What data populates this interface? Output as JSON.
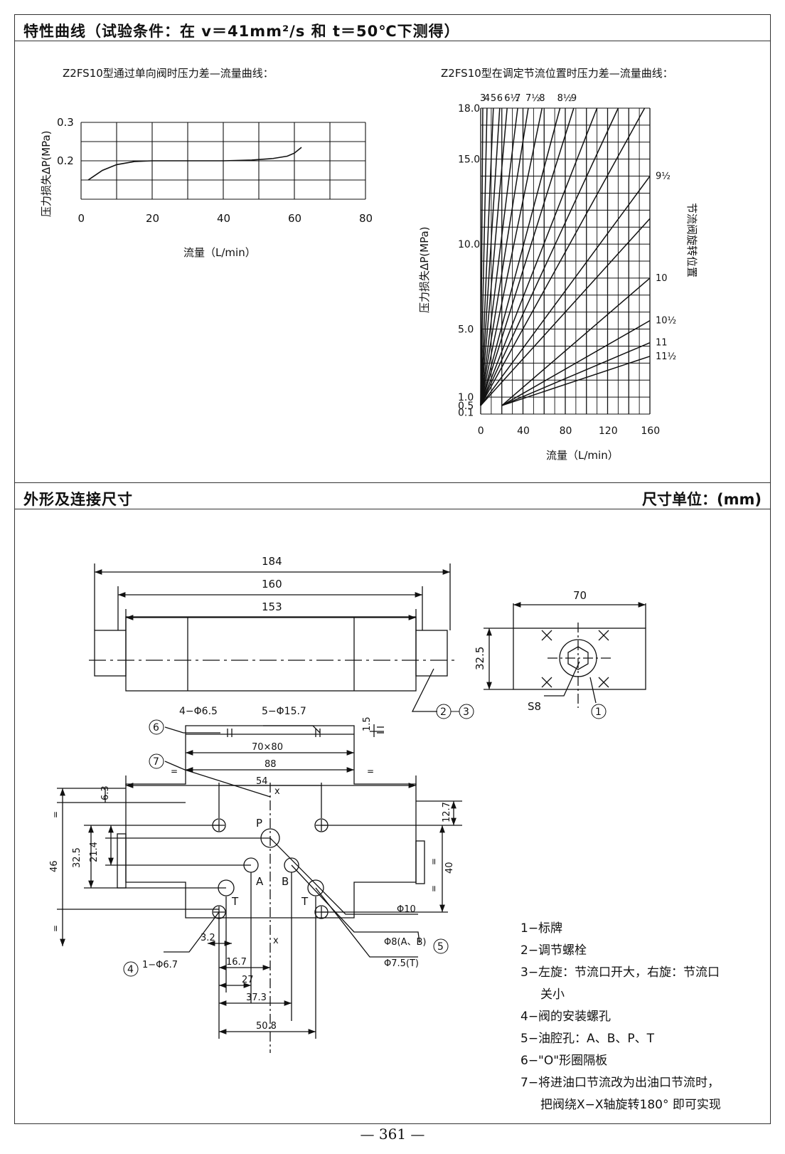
{
  "section1": {
    "title": "特性曲线（试验条件：在 v＝41mm²/s 和 t＝50℃下测得）",
    "left_chart_title": "Z2FS10型通过单向阀时压力差—流量曲线：",
    "right_chart_title": "Z2FS10型在调定节流位置时压力差—流量曲线：",
    "right_side_label": "节流阀旋转位置"
  },
  "chart_data": [
    {
      "type": "line",
      "title": "Z2FS10型通过单向阀时压力差—流量曲线：",
      "xlabel": "流量（L/min）",
      "ylabel": "压力损失ΔP(MPa)",
      "xlim": [
        0,
        80
      ],
      "ylim": [
        0.1,
        0.3
      ],
      "x_ticks": [
        "0",
        "20",
        "40",
        "60",
        "80"
      ],
      "y_ticks": [
        "0.2",
        "0.3"
      ],
      "grid": true,
      "series": [
        {
          "x": [
            2,
            6,
            10,
            15,
            20,
            30,
            40,
            48,
            54,
            58,
            60,
            62
          ],
          "y": [
            0.15,
            0.175,
            0.19,
            0.198,
            0.2,
            0.2,
            0.2,
            0.202,
            0.206,
            0.212,
            0.22,
            0.235
          ]
        }
      ]
    },
    {
      "type": "line",
      "title": "Z2FS10型在调定节流位置时压力差—流量曲线：",
      "xlabel": "流量（L/min）",
      "ylabel": "压力损失ΔP(MPa)",
      "xlim": [
        0,
        160
      ],
      "ylim": [
        0,
        18
      ],
      "x_ticks": [
        "0",
        "40",
        "80",
        "120",
        "160"
      ],
      "y_ticks": [
        "0.1",
        "0.5",
        "1.0",
        "5.0",
        "10.0",
        "15.0",
        "18.0"
      ],
      "grid": true,
      "top_labels": [
        "3",
        "4",
        "5",
        "6",
        "6½",
        "7",
        "7½",
        "8",
        "8½",
        "9"
      ],
      "right_labels": [
        "9½",
        "10",
        "10½",
        "11",
        "11½"
      ],
      "series": [
        {
          "name": "3",
          "x": [
            0,
            2
          ],
          "y": [
            0.5,
            18
          ]
        },
        {
          "name": "4",
          "x": [
            0,
            6
          ],
          "y": [
            0.5,
            18
          ]
        },
        {
          "name": "5",
          "x": [
            0,
            12
          ],
          "y": [
            0.5,
            18
          ]
        },
        {
          "name": "6",
          "x": [
            0,
            18
          ],
          "y": [
            0.5,
            18
          ]
        },
        {
          "name": "6½",
          "x": [
            0,
            25
          ],
          "y": [
            0.5,
            18
          ]
        },
        {
          "name": "7",
          "x": [
            0,
            35
          ],
          "y": [
            0.5,
            18
          ]
        },
        {
          "name": "7½",
          "x": [
            0,
            45
          ],
          "y": [
            0.5,
            18
          ]
        },
        {
          "name": "8",
          "x": [
            0,
            58
          ],
          "y": [
            0.5,
            18
          ]
        },
        {
          "name": "8½",
          "x": [
            0,
            75
          ],
          "y": [
            0.5,
            18
          ]
        },
        {
          "name": "9",
          "x": [
            0,
            88
          ],
          "y": [
            0.5,
            18
          ]
        },
        {
          "name": "",
          "x": [
            0,
            110
          ],
          "y": [
            0.5,
            18
          ]
        },
        {
          "name": "",
          "x": [
            0,
            130
          ],
          "y": [
            0.5,
            18
          ]
        },
        {
          "name": "",
          "x": [
            0,
            155
          ],
          "y": [
            0.5,
            18
          ]
        },
        {
          "name": "9½",
          "x": [
            0,
            160
          ],
          "y": [
            0.5,
            14
          ]
        },
        {
          "name": "",
          "x": [
            0,
            160
          ],
          "y": [
            0.5,
            11.5
          ]
        },
        {
          "name": "10",
          "x": [
            20,
            160
          ],
          "y": [
            0.5,
            8
          ]
        },
        {
          "name": "10½",
          "x": [
            20,
            160
          ],
          "y": [
            0.5,
            5.5
          ]
        },
        {
          "name": "11",
          "x": [
            20,
            160
          ],
          "y": [
            0.5,
            4.2
          ]
        },
        {
          "name": "11½",
          "x": [
            20,
            160
          ],
          "y": [
            0.5,
            3.4
          ]
        }
      ]
    }
  ],
  "section2": {
    "title": "外形及连接尺寸",
    "unit": "尺寸单位：(mm)"
  },
  "drawing": {
    "dims": {
      "d184": "184",
      "d160": "160",
      "d153": "153",
      "d70": "70",
      "d325v": "32.5",
      "s8": "S8",
      "holes_mount": "4−Φ6.5",
      "holes_oil": "5−Φ15.7",
      "d15": "1.5",
      "d70x80": "70×80",
      "d88": "88",
      "d54": "54",
      "d63": "6.3",
      "d127": "12.7",
      "d214": "21.4",
      "d325": "32.5",
      "d46": "46",
      "d40": "40",
      "d32": "3.2",
      "d167": "16.7",
      "d27": "27",
      "d373": "37.3",
      "d508": "50.8",
      "phi10": "Φ10",
      "phi8": "Φ8(A、B)",
      "phi75": "Φ7.5(T)",
      "phi67": "1−Φ6.7",
      "eq": "=",
      "x": "x"
    },
    "ports": {
      "p": "P",
      "a": "A",
      "b": "B",
      "t": "T"
    },
    "callouts": [
      "1",
      "2",
      "3",
      "4",
      "5",
      "6",
      "7"
    ]
  },
  "legend": [
    "1−标牌",
    "2−调节螺栓",
    "3−左旋：节流口开大，右旋：节流口",
    "关小",
    "4−阀的安装螺孔",
    "5−油腔孔：A、B、P、T",
    "6−\"O\"形圈隔板",
    "7−将进油口节流改为出油口节流时，",
    "把阀绕X−X轴旋转180° 即可实现"
  ],
  "page_number": "— 361 —"
}
